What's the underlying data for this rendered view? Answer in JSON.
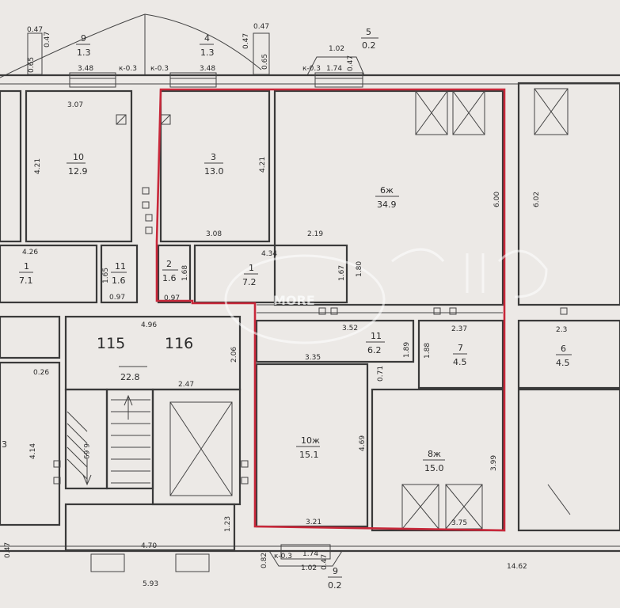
{
  "colors": {
    "background": "#ece9e6",
    "walls": "#3a3a3a",
    "highlight": "#c8283a"
  },
  "top_labels": {
    "w_0_47_a": "0.47",
    "w_0_47_b": "0.47",
    "w_0_65": "0.65",
    "w_3_48_a": "3.48",
    "w_3_48_b": "3.48",
    "k_a": "к-0.3",
    "k_b": "к-0.3",
    "k_c": "к-0.3",
    "w_0_47_c": "0.47",
    "w_0_47_d": "0.47",
    "w_0_65_b": "0.65",
    "w_1_02": "1.02",
    "w_1_74": "1.74",
    "w_0_47_e": "0.47"
  },
  "balconies": {
    "b9": {
      "num": "9",
      "area": "1.3"
    },
    "b4": {
      "num": "4",
      "area": "1.3"
    },
    "b5": {
      "num": "5",
      "area": "0.2"
    },
    "b9_bottom": {
      "num": "9",
      "area": "0.2"
    }
  },
  "rooms": {
    "r10_left": {
      "num": "10",
      "area": "12.9",
      "d1": "3.07",
      "d2": "4.21"
    },
    "r3": {
      "num": "3",
      "area": "13.0",
      "d1": "4.21",
      "d2": "3.08"
    },
    "r6": {
      "num": "6ж",
      "area": "34.9",
      "d1": "6.00",
      "d2": "2.19"
    },
    "r1_left": {
      "num": "1",
      "area": "7.1",
      "d1": "4.26",
      "d2": "1.65"
    },
    "r11_small": {
      "num": "11",
      "area": "1.6",
      "d1": "0.97"
    },
    "r2": {
      "num": "2",
      "area": "1.6",
      "d1": "1.68",
      "d2": "0.97"
    },
    "r1": {
      "num": "1",
      "area": "7.2",
      "d1": "4.34",
      "d2": "1.67",
      "d3": "1.80"
    },
    "r11": {
      "num": "11",
      "area": "6.2",
      "d1": "3.52",
      "d2": "1.89",
      "d3": "0.71"
    },
    "r7": {
      "num": "7",
      "area": "4.5",
      "d1": "2.37",
      "d2": "1.88"
    },
    "r10": {
      "num": "10ж",
      "area": "15.1",
      "d1": "3.35",
      "d2": "4.69",
      "d3": "3.21"
    },
    "r8": {
      "num": "8ж",
      "area": "15.0",
      "d1": "3.99",
      "d2": "3.75"
    },
    "hall": {
      "area": "22.8",
      "d1": "4.96",
      "d2": "2.06"
    },
    "right_cut": {
      "num": "6",
      "area": "4.5",
      "d1": "2.3",
      "d2": "6.02"
    }
  },
  "apartments": {
    "a115": "115",
    "a116": "116"
  },
  "misc": {
    "d_2_47": "2.47",
    "d_6_69": "6.69",
    "d_4_14": "4.14",
    "d_0_26": "0.26",
    "d_1_23": "1.23",
    "d_4_70": "4.70",
    "d_5_93": "5.93",
    "d_0_82": "0.82",
    "d_0_47_bl": "0.47",
    "d_0_47_br": "0.47",
    "d_1_02_b": "1.02",
    "d_1_74_b": "1.74",
    "k_bottom": "к-0.3",
    "d_14_62": "14.62",
    "left_cut": "3"
  },
  "watermark": {
    "text": "MORE"
  }
}
